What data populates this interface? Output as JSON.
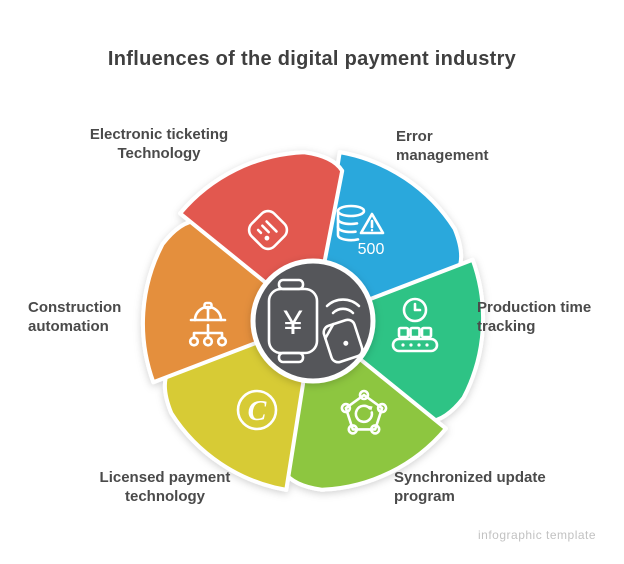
{
  "title": "Influences of the digital payment industry",
  "watermark": "infographic template",
  "center": {
    "icon": "contactless-payment",
    "currency_glyph": "¥",
    "circle_color": "#54575a"
  },
  "segments": [
    {
      "id": "ticketing",
      "color": "#e25950",
      "icon": "ticket",
      "label_line1": "Electronic ticketing",
      "label_line2": "Technology"
    },
    {
      "id": "errors",
      "color": "#29a8dc",
      "icon": "database-error",
      "badge": "500",
      "label_line1": "Error",
      "label_line2": "management"
    },
    {
      "id": "tracking",
      "color": "#2fc385",
      "icon": "clock-conveyor",
      "label_line1": "Production time",
      "label_line2": "tracking"
    },
    {
      "id": "sync",
      "color": "#8dc63f",
      "icon": "network-refresh",
      "label_line1": "Synchronized update",
      "label_line2": "program"
    },
    {
      "id": "copyright",
      "color": "#d7cb36",
      "icon": "copyright",
      "glyph": "C",
      "label_line1": "Licensed payment",
      "label_line2": "technology"
    },
    {
      "id": "automation",
      "color": "#e48f3d",
      "icon": "hardhat-network",
      "label_line1": "Construction",
      "label_line2": "automation"
    }
  ]
}
